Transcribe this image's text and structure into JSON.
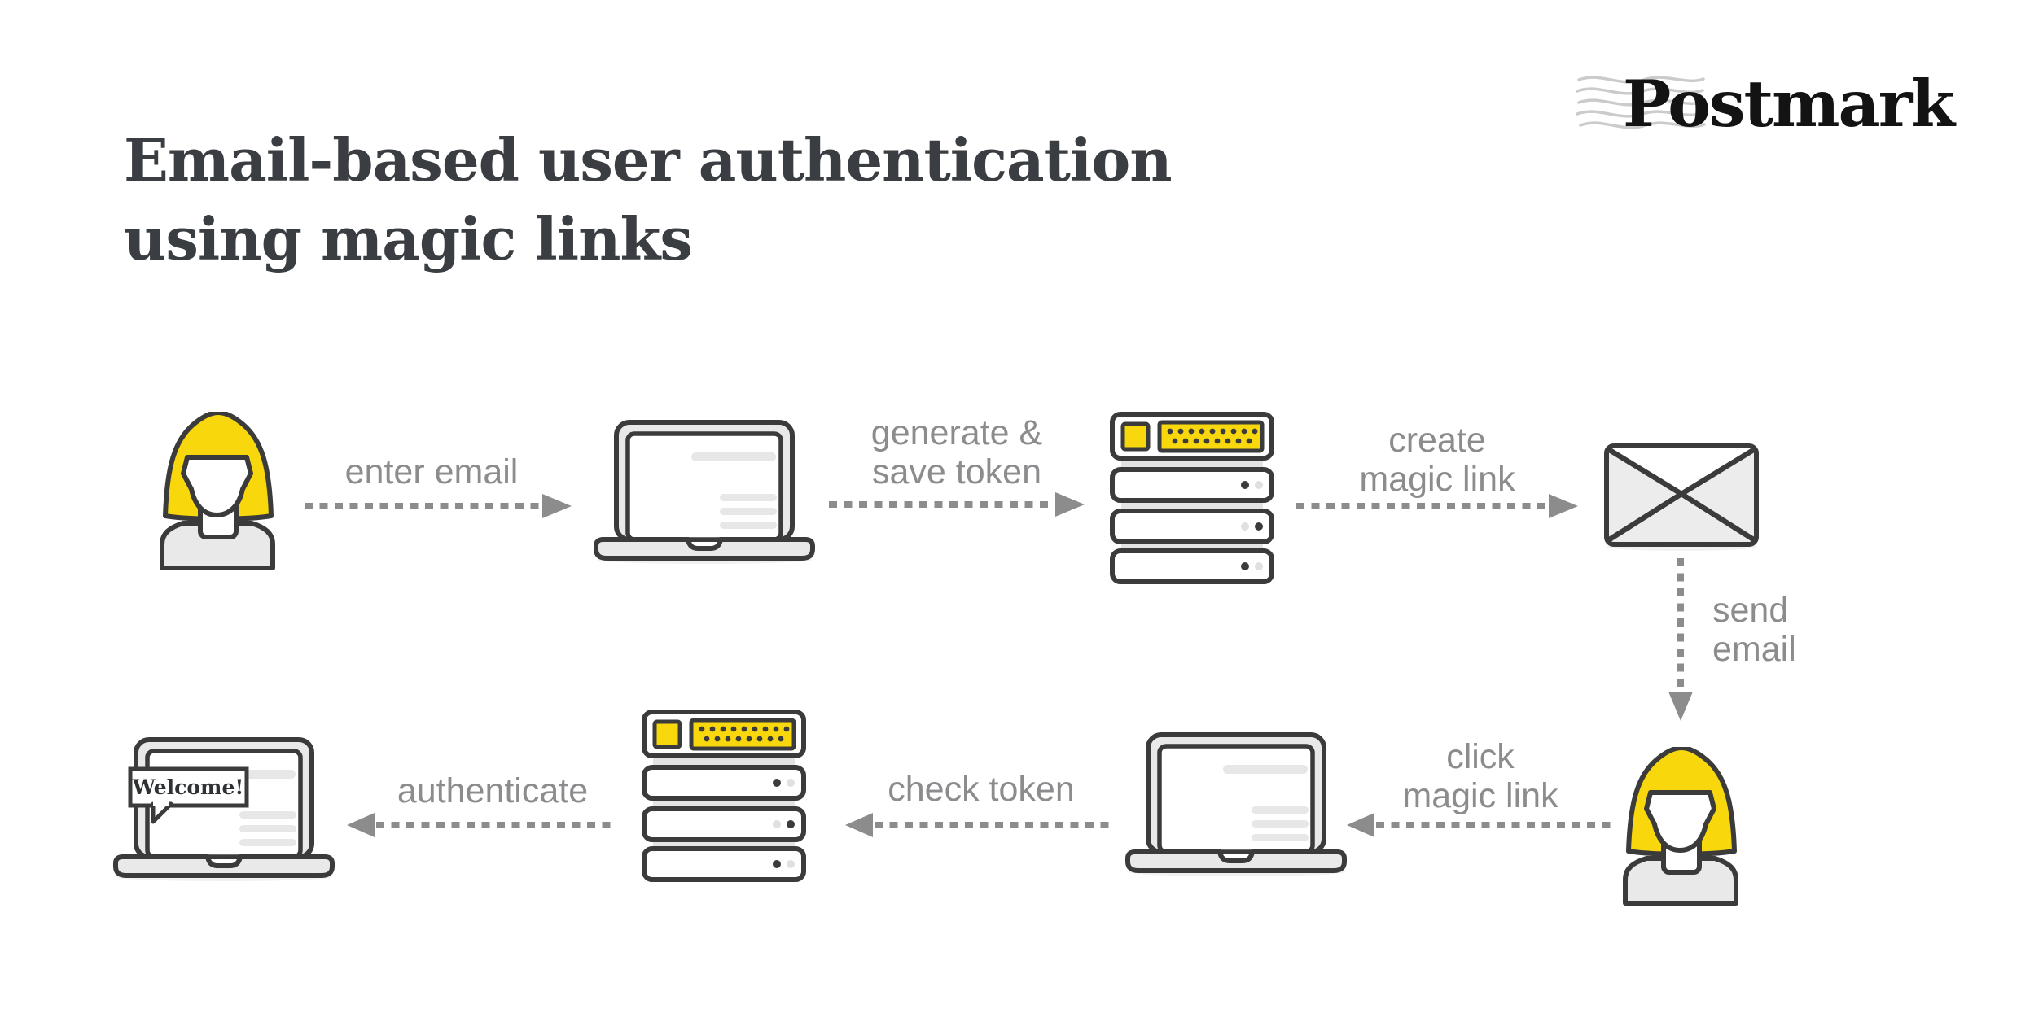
{
  "header": {
    "logo_text": "Postmark",
    "title_line1": "Email-based user authentication",
    "title_line2": "using magic links"
  },
  "colors": {
    "accent_yellow": "#F8D80C",
    "outline_dark": "#3B3B3B",
    "fill_gray": "#E9E9E9",
    "screen_line_gray": "#E7E7E7",
    "label_gray": "#8C8C8F",
    "arrow_gray": "#8C8C8C",
    "title_color": "#3A3E42",
    "logo_black": "#131313",
    "wave_gray": "#CBCBCB"
  },
  "flow": {
    "row1": {
      "nodes": [
        {
          "name": "user",
          "icon": "person-icon"
        },
        {
          "name": "user-laptop",
          "icon": "laptop-icon"
        },
        {
          "name": "app-server",
          "icon": "server-icon"
        },
        {
          "name": "email-message",
          "icon": "envelope-icon"
        }
      ],
      "arrows": [
        {
          "direction": "right",
          "lines": [
            "enter email"
          ]
        },
        {
          "direction": "right",
          "lines": [
            "generate &",
            "save token"
          ]
        },
        {
          "direction": "right",
          "lines": [
            "create",
            "magic link"
          ]
        }
      ]
    },
    "connector": {
      "direction": "down",
      "lines": [
        "send",
        "email"
      ]
    },
    "row2": {
      "nodes": [
        {
          "name": "welcome-laptop",
          "icon": "laptop-welcome-icon",
          "bubble_text": "Welcome!"
        },
        {
          "name": "auth-server",
          "icon": "server-icon"
        },
        {
          "name": "user-laptop-return",
          "icon": "laptop-icon"
        },
        {
          "name": "user-return",
          "icon": "person-icon"
        }
      ],
      "arrows": [
        {
          "direction": "left",
          "lines": [
            "authenticate"
          ]
        },
        {
          "direction": "left",
          "lines": [
            "check token"
          ]
        },
        {
          "direction": "left",
          "lines": [
            "click",
            "magic link"
          ]
        }
      ]
    }
  }
}
